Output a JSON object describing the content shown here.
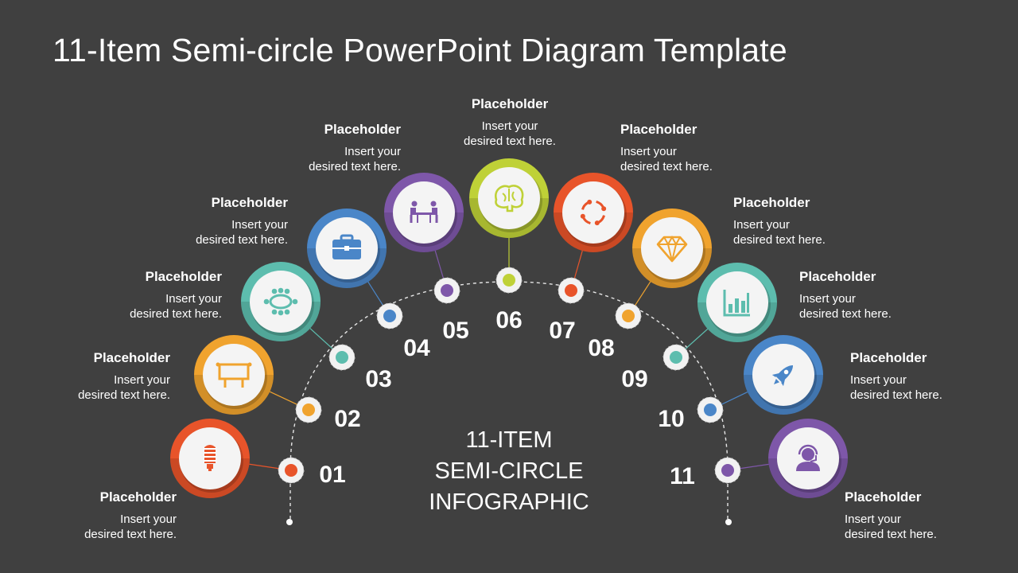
{
  "title": "11-Item Semi-circle PowerPoint Diagram Template",
  "center": {
    "line1": "11-ITEM",
    "line2": "SEMI-CIRCLE",
    "line3": "INFOGRAPHIC"
  },
  "colors": {
    "background": "#404040",
    "text": "#ffffff",
    "dots_white": "#f2f2f2"
  },
  "items": [
    {
      "num": "01",
      "heading": "Placeholder",
      "desc1": "Insert your",
      "desc2": "desired text here.",
      "color": "#E8542A",
      "icon": "lightbulb-icon"
    },
    {
      "num": "02",
      "heading": "Placeholder",
      "desc1": "Insert your",
      "desc2": "desired text here.",
      "color": "#F0A32E",
      "icon": "billboard-icon"
    },
    {
      "num": "03",
      "heading": "Placeholder",
      "desc1": "Insert your",
      "desc2": "desired text here.",
      "color": "#5DBDAE",
      "icon": "conference-table-icon"
    },
    {
      "num": "04",
      "heading": "Placeholder",
      "desc1": "Insert your",
      "desc2": "desired text here.",
      "color": "#4A86C8",
      "icon": "briefcase-icon"
    },
    {
      "num": "05",
      "heading": "Placeholder",
      "desc1": "Insert your",
      "desc2": "desired text here.",
      "color": "#7E57A9",
      "icon": "meeting-icon"
    },
    {
      "num": "06",
      "heading": "Placeholder",
      "desc1": "Insert your",
      "desc2": "desired text here.",
      "color": "#BFD137",
      "icon": "brain-icon"
    },
    {
      "num": "07",
      "heading": "Placeholder",
      "desc1": "Insert your",
      "desc2": "desired text here.",
      "color": "#E8542A",
      "icon": "cycle-arrows-icon"
    },
    {
      "num": "08",
      "heading": "Placeholder",
      "desc1": "Insert your",
      "desc2": "desired text here.",
      "color": "#F0A32E",
      "icon": "diamond-icon"
    },
    {
      "num": "09",
      "heading": "Placeholder",
      "desc1": "Insert your",
      "desc2": "desired text here.",
      "color": "#5DBDAE",
      "icon": "bar-chart-icon"
    },
    {
      "num": "10",
      "heading": "Placeholder",
      "desc1": "Insert your",
      "desc2": "desired text here.",
      "color": "#4A86C8",
      "icon": "rocket-icon"
    },
    {
      "num": "11",
      "heading": "Placeholder",
      "desc1": "Insert your",
      "desc2": "desired text here.",
      "color": "#7E57A9",
      "icon": "support-agent-icon"
    }
  ]
}
